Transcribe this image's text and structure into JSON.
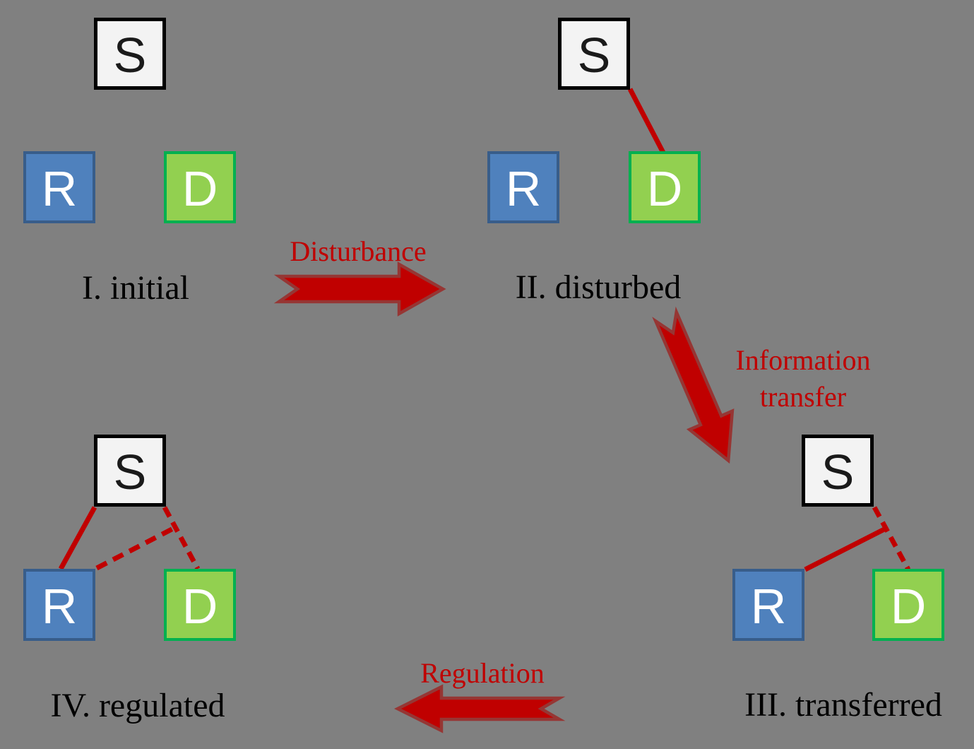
{
  "node_labels": {
    "s": "S",
    "r": "R",
    "d": "D"
  },
  "panels": [
    {
      "numeral": "I",
      "label": "I. initial"
    },
    {
      "numeral": "II",
      "label": "II. disturbed"
    },
    {
      "numeral": "III",
      "label": "III. transferred"
    },
    {
      "numeral": "IV",
      "label": "IV. regulated"
    }
  ],
  "transitions": [
    {
      "label": "Disturbance",
      "from": "I. initial",
      "to": "II. disturbed",
      "direction": "right"
    },
    {
      "label": "Information transfer",
      "from": "II. disturbed",
      "to": "III. transferred",
      "direction": "down-right"
    },
    {
      "label": "Regulation",
      "from": "III. transferred",
      "to": "IV. regulated",
      "direction": "left"
    }
  ],
  "edges": [
    {
      "panel": "II. disturbed",
      "from": "S",
      "to": "D",
      "style": "solid"
    },
    {
      "panel": "III. transferred",
      "from": "S",
      "to": "D",
      "style": "dashed"
    },
    {
      "panel": "III. transferred",
      "from": "R",
      "to": "S-D line",
      "style": "solid"
    },
    {
      "panel": "IV. regulated",
      "from": "S",
      "to": "R",
      "style": "solid"
    },
    {
      "panel": "IV. regulated",
      "from": "S",
      "to": "D",
      "style": "dashed"
    },
    {
      "panel": "IV. regulated",
      "from": "R",
      "to": "S-D line",
      "style": "dashed"
    }
  ],
  "colors": {
    "background": "#808080",
    "s_fill": "#f3f3f3",
    "s_border": "#000000",
    "s_text": "#1a1a1a",
    "r_fill": "#4f81bd",
    "r_border": "#385d8a",
    "r_text": "#ffffff",
    "d_fill": "#92d050",
    "d_border": "#00b050",
    "d_text": "#ffffff",
    "accent_red": "#c00000",
    "arrow_outline": "#963634"
  }
}
